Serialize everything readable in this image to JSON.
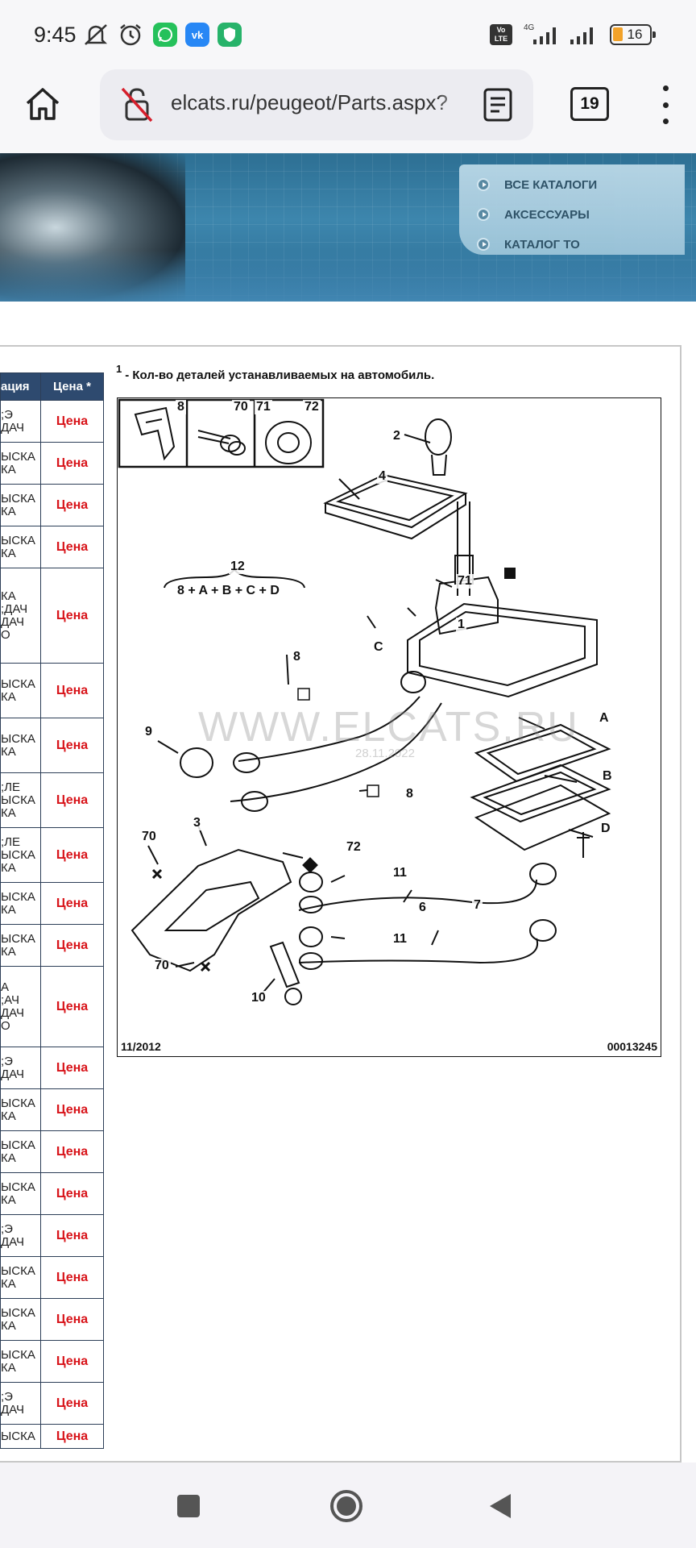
{
  "status_bar": {
    "time": "9:45",
    "icons": [
      "mute-icon",
      "alarm-icon",
      "whatsapp-icon",
      "vk-icon",
      "vpn-icon"
    ],
    "volte": "Vo LTE",
    "network": "4G",
    "battery": "16"
  },
  "browser": {
    "url": "elcats.ru/peugeot/Parts.aspx?",
    "tabs_count": "19"
  },
  "site_nav": {
    "items": [
      "ВСЕ КАТАЛОГИ",
      "АКСЕССУАРЫ",
      "КАТАЛОГ ТО"
    ]
  },
  "table": {
    "header_name": "ация",
    "header_price": "Цена *",
    "price_label": "Цена",
    "rows": [
      [
        "Э;",
        "ДАЧ"
      ],
      [
        "ЫСКА",
        "КА"
      ],
      [
        "ЫСКА",
        "КА"
      ],
      [
        "ЫСКА",
        "КА"
      ],
      [
        "КА",
        "",
        "ДАЧ;",
        "ДАЧ",
        "О"
      ],
      [
        "ЫСКА",
        "КА",
        ""
      ],
      [
        "ЫСКА",
        "КА",
        ""
      ],
      [
        "ЛЕ;",
        "ЫСКА",
        "КА"
      ],
      [
        "ЛЕ;",
        "ЫСКА",
        "КА"
      ],
      [
        "ЫСКА",
        "КА",
        ""
      ],
      [
        "ЫСКА",
        "КА",
        ""
      ],
      [
        "А",
        "АЧ;",
        "ДАЧ",
        "О"
      ],
      [
        "Э;",
        "ДАЧ"
      ],
      [
        "ЫСКА",
        "КА"
      ],
      [
        "ЫСКА",
        "КА"
      ],
      [
        "ЫСКА",
        "КА",
        ""
      ],
      [
        "Э;",
        "ДАЧ"
      ],
      [
        "ЫСКА",
        "КА"
      ],
      [
        "ЫСКА",
        "КА"
      ],
      [
        "ЫСКА",
        "КА",
        ""
      ],
      [
        "Э;",
        "ДАЧ"
      ],
      [
        "ЫСКА"
      ]
    ]
  },
  "note": {
    "marker": "1",
    "text": "- Кол-во деталей устанавливаемых на автомобиль."
  },
  "diagram": {
    "callouts": [
      "8",
      "70",
      "71",
      "72",
      "2",
      "4",
      "12",
      "8 + A + B + C + D",
      "71",
      "C",
      "1",
      "8",
      "9",
      "A",
      "8",
      "B",
      "70",
      "3",
      "72",
      "D",
      "11",
      "6",
      "7",
      "11",
      "70",
      "10"
    ],
    "watermark": "WWW.ELCATS.RU",
    "watermark_date": "28.11.2022",
    "date_code": "11/2012",
    "ref_code": "00013245"
  }
}
